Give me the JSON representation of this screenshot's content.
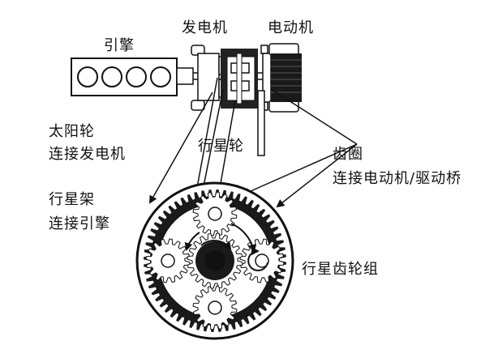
{
  "labels": {
    "engine": "引擎",
    "generator": "发电机",
    "motor": "电动机",
    "sun_gear_line1": "太阳轮",
    "sun_gear_line2": "连接发电机",
    "planet_gear": "行星轮",
    "ring_gear_line1": "齿圈",
    "ring_gear_line2": "连接电动机/驱动桥",
    "carrier_line1": "行星架",
    "carrier_line2": "连接引擎",
    "gear_set": "行星齿轮组"
  },
  "colors": {
    "ink": "#111111",
    "dark": "#1a1a1a",
    "paper": "#ffffff",
    "gray": "#c8c8c8"
  }
}
